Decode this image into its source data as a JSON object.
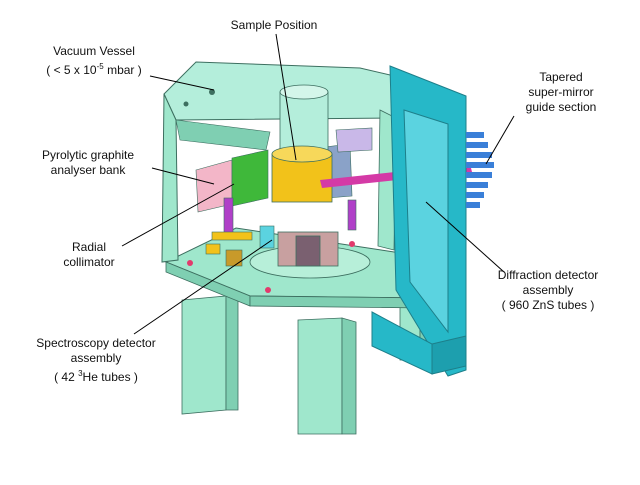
{
  "labels": {
    "vacuum_vessel": {
      "title": "Vacuum Vessel",
      "pre": "( < 5 x 10",
      "exp": "-5",
      "post": " mbar )"
    },
    "sample_position": "Sample Position",
    "guide_section": [
      "Tapered",
      "super-mirror",
      "guide section"
    ],
    "analyser_bank": [
      "Pyrolytic graphite",
      "analyser bank"
    ],
    "radial_collimator": [
      "Radial",
      "collimator"
    ],
    "diffraction_detector": [
      "Diffraction detector",
      "assembly",
      "( 960 ZnS tubes )"
    ],
    "spectroscopy_detector": {
      "line1": "Spectroscopy detector",
      "line2": "assembly",
      "pre": "( 42 ",
      "sup": "3",
      "post": "He tubes )"
    }
  },
  "colors": {
    "vessel": "#9fe7cc",
    "vessel_shade": "#7fcfb2",
    "guide_frame": "#26b8c8",
    "detector_cyan": "#5bd3e0",
    "sample_yellow": "#f2c21a",
    "analyser_green": "#3fb83a",
    "analyser_pink": "#f3b6c8",
    "beam_magenta": "#d43aa6",
    "diffraction_purple": "#c779d8",
    "blue_fins": "#3a7fd8"
  }
}
